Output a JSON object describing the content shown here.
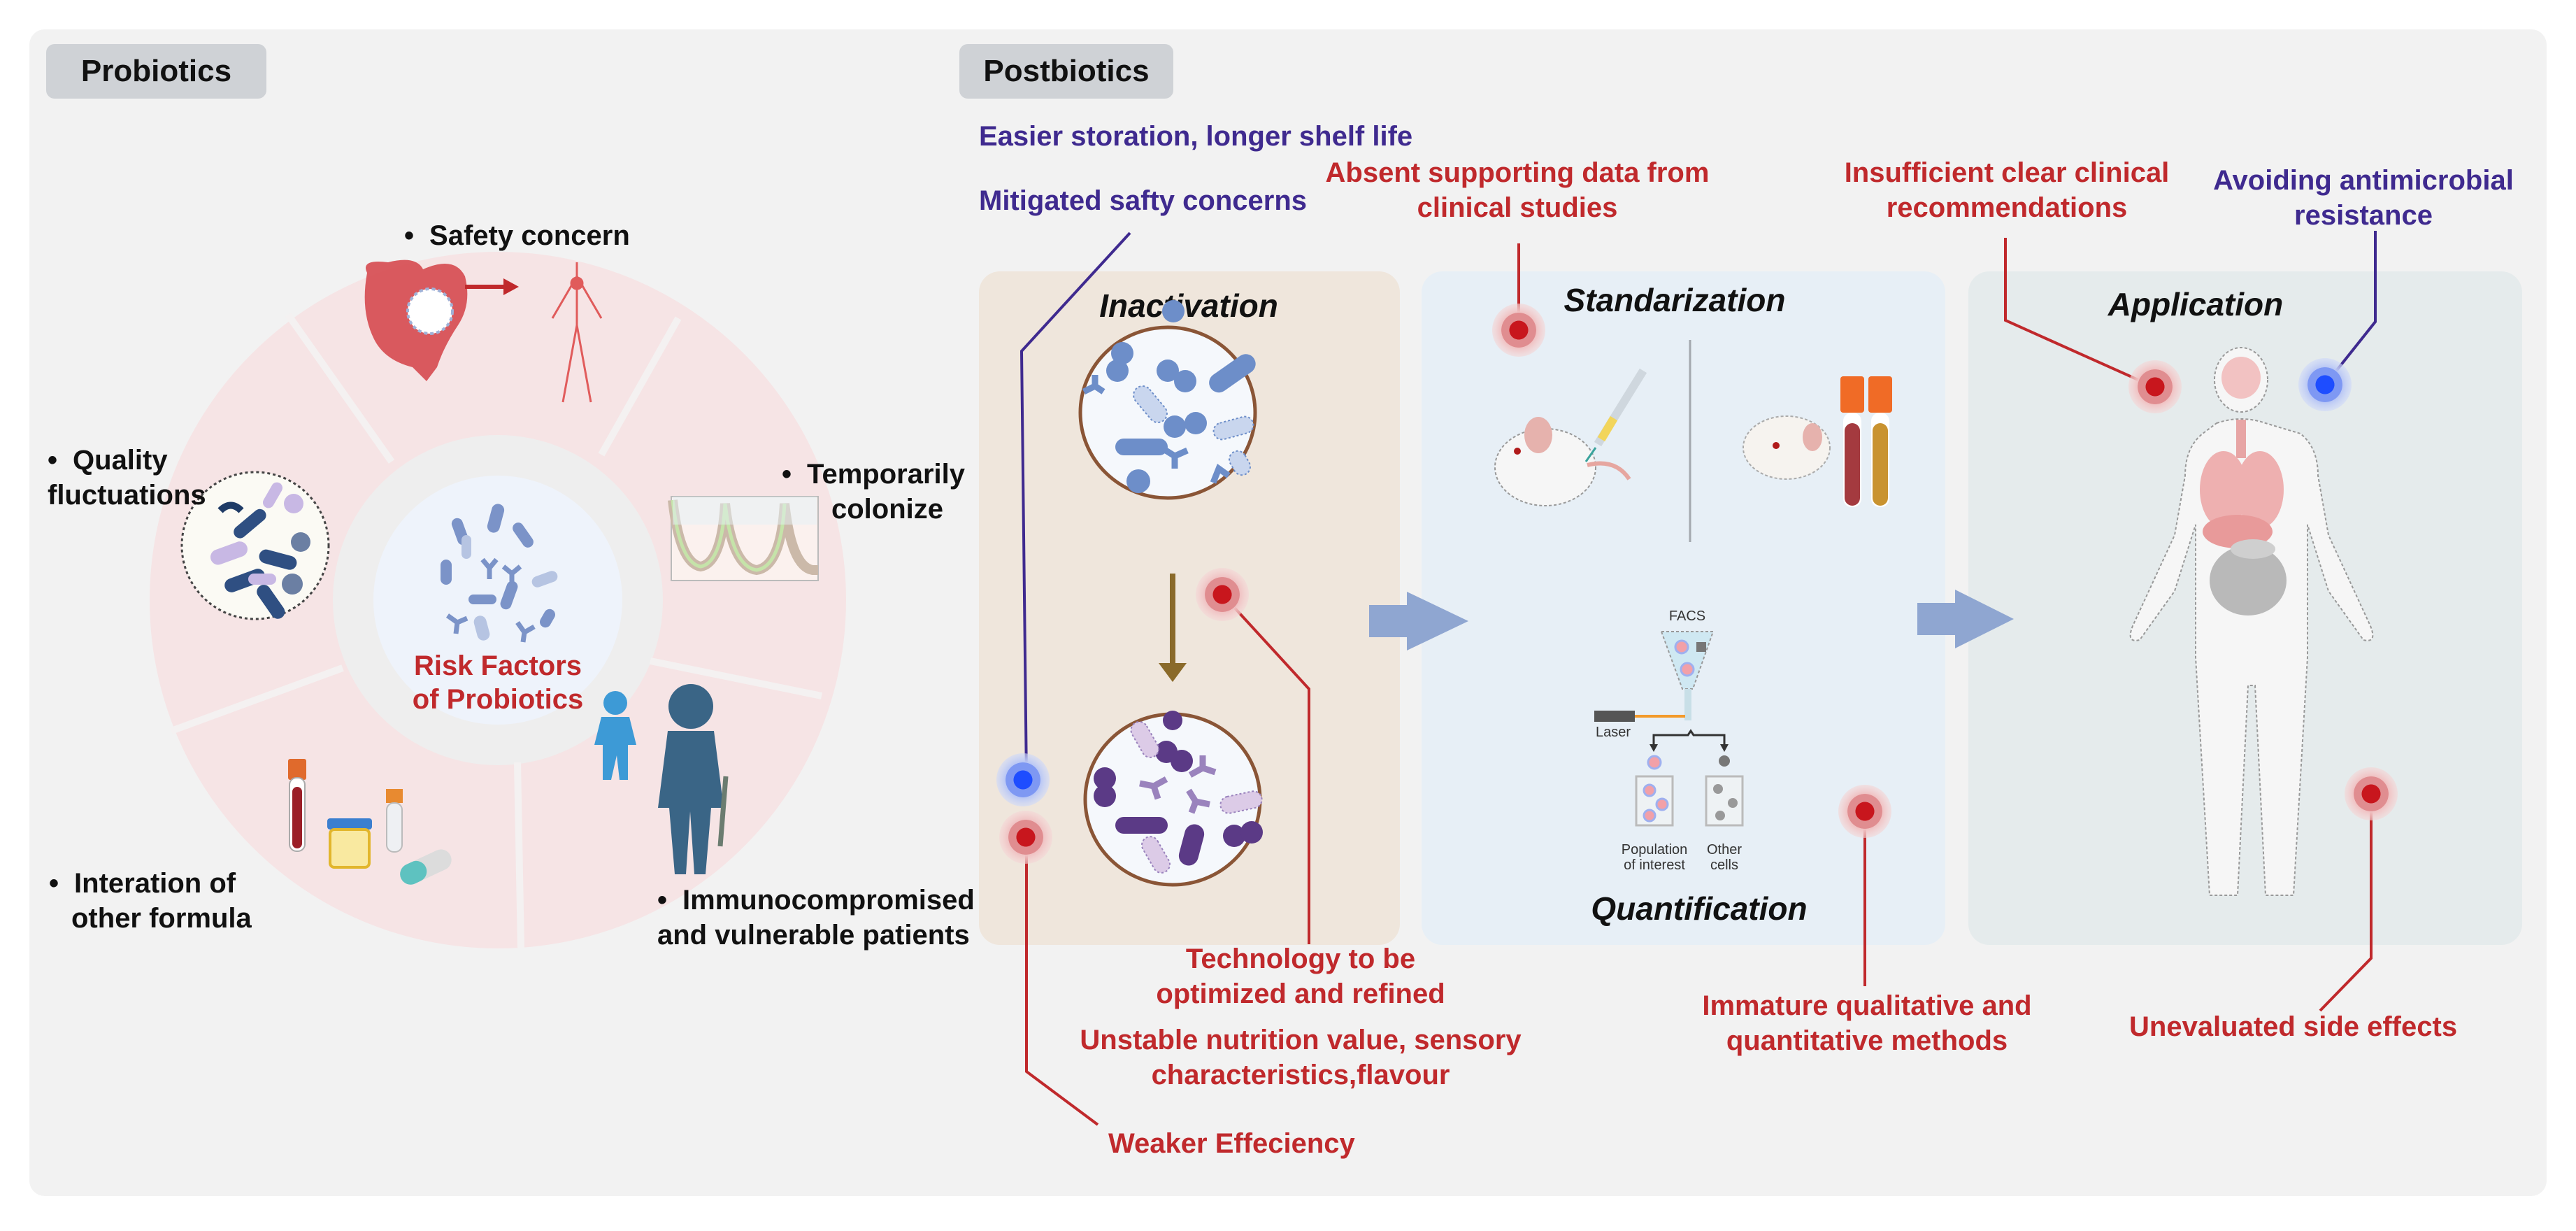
{
  "sections": {
    "probiotics": {
      "tag": "Probiotics",
      "center_label_line1": "Risk Factors",
      "center_label_line2": "of Probiotics",
      "risk_factors": [
        {
          "id": "safety",
          "line1": "Safety concern",
          "line2": ""
        },
        {
          "id": "colonize",
          "line1": "Temporarily",
          "line2": "colonize"
        },
        {
          "id": "immuno",
          "line1": "Immunocompromised",
          "line2": "and vulnerable patients"
        },
        {
          "id": "interaction",
          "line1": "Interation of",
          "line2": "other formula"
        },
        {
          "id": "quality",
          "line1": "Quality",
          "line2": "fluctuations"
        }
      ]
    },
    "postbiotics": {
      "tag": "Postbiotics",
      "stages": [
        {
          "id": "inactivation",
          "title": "Inactivation"
        },
        {
          "id": "standardization",
          "title": "Standarization",
          "subtitle": "Quantification"
        },
        {
          "id": "application",
          "title": "Application"
        }
      ],
      "advantages": [
        "Easier storation, longer shelf life",
        "Mitigated safty concerns",
        "Avoiding antimicrobial resistance"
      ],
      "challenges": {
        "absent_data": [
          "Absent supporting data from",
          "clinical studies"
        ],
        "insufficient_recs": [
          "Insufficient clear clinical",
          "recommendations"
        ],
        "technology": [
          "Technology to be",
          "optimized and refined"
        ],
        "unstable_nutrition": [
          "Unstable nutrition value, sensory",
          "characteristics,flavour"
        ],
        "weaker_efficiency": "Weaker Effeciency",
        "immature_methods": [
          "Immature qualitative and",
          "quantitative methods"
        ],
        "side_effects": "Unevaluated side effects"
      },
      "facs": {
        "title": "FACS",
        "laser": "Laser",
        "population_line1": "Population",
        "population_line2": "of interest",
        "other_line1": "Other",
        "other_line2": "cells"
      }
    }
  },
  "colors": {
    "advantage": "#3f2a8f",
    "challenge": "#c0292c",
    "advantage_marker": "#1e4dff",
    "challenge_marker": "#c8161d",
    "inactivation_panel": "#efe6dc",
    "standardization_panel": "#e7eff6",
    "application_panel": "#e5ebec",
    "flow_arrow": "#8fa6d1"
  }
}
